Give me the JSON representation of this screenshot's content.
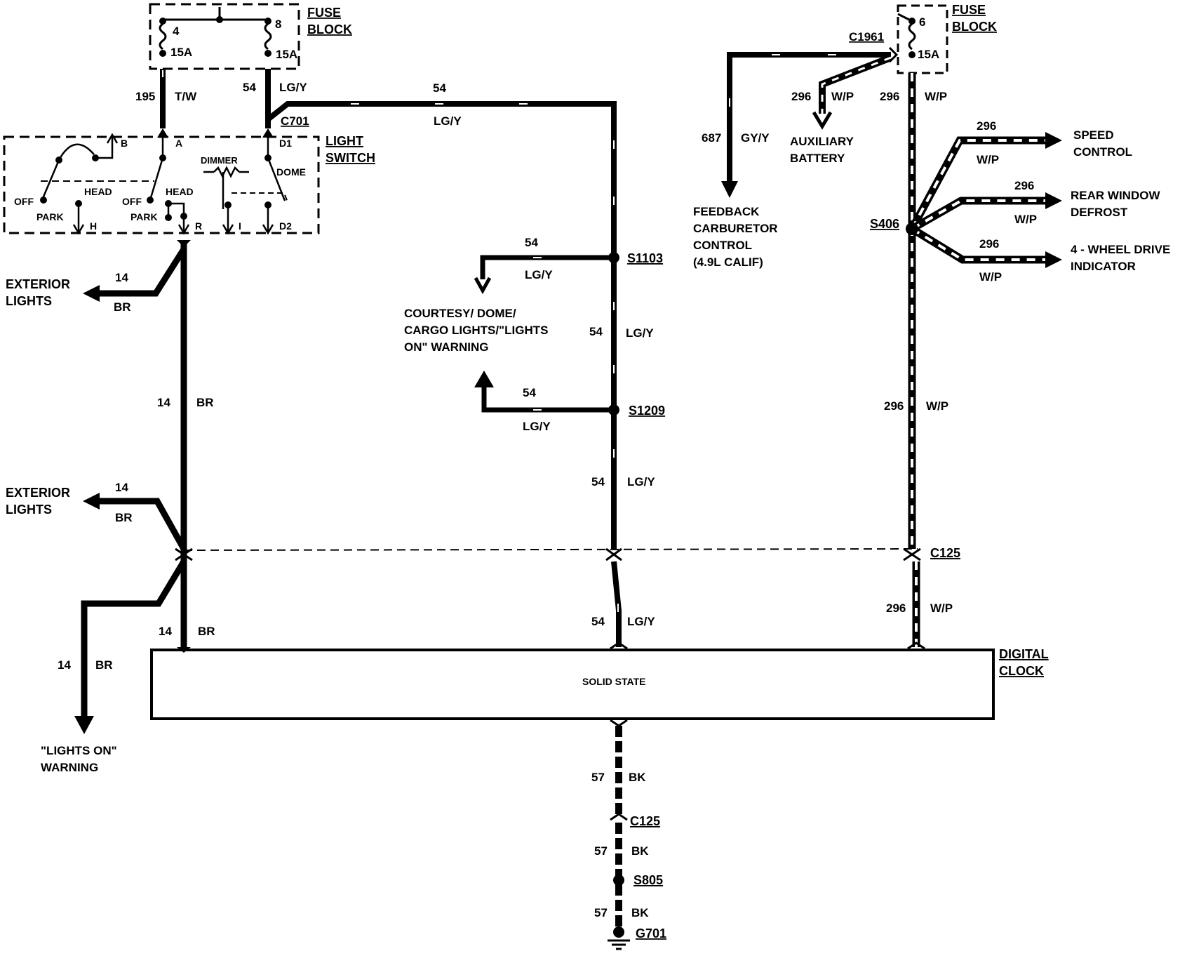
{
  "fuse_block_left": {
    "title_line1": "FUSE",
    "title_line2": "BLOCK",
    "fuse_a_num": "4",
    "fuse_a_amp": "15A",
    "fuse_b_num": "8",
    "fuse_b_amp": "15A"
  },
  "fuse_block_right": {
    "title_line1": "FUSE",
    "title_line2": "BLOCK",
    "fuse_num": "6",
    "fuse_amp": "15A",
    "connector": "C1961"
  },
  "light_switch": {
    "title_line1": "LIGHT",
    "title_line2": "SWITCH",
    "connector": "C701",
    "terminals": {
      "b": "B",
      "a": "A",
      "d1": "D1",
      "h": "H",
      "r": "R",
      "i": "I",
      "d2": "D2"
    },
    "labels": {
      "head1": "HEAD",
      "head2": "HEAD",
      "off1": "OFF",
      "off2": "OFF",
      "park1": "PARK",
      "park2": "PARK",
      "dimmer": "DIMMER",
      "dome": "DOME"
    }
  },
  "wires": {
    "w195_num": "195",
    "w195_color": "T/W",
    "w54_num": "54",
    "w54_color": "LG/Y",
    "w54_top_num": "54",
    "w54_top_color": "LG/Y",
    "w54_s1103_num": "54",
    "w54_s1103_color": "LG/Y",
    "w54_mid_num": "54",
    "w54_mid_color": "LG/Y",
    "w54_s1209_num": "54",
    "w54_s1209_color": "LG/Y",
    "w54_low_num": "54",
    "w54_low_color": "LG/Y",
    "w54_bot_num": "54",
    "w54_bot_color": "LG/Y",
    "w14_a_num": "14",
    "w14_a_color": "BR",
    "w14_b_num": "14",
    "w14_b_color": "BR",
    "w14_c_num": "14",
    "w14_c_color": "BR",
    "w14_d_num": "14",
    "w14_d_color": "BR",
    "w14_e_num": "14",
    "w14_e_color": "BR",
    "w687_num": "687",
    "w687_color": "GY/Y",
    "w296_aux_num": "296",
    "w296_aux_color": "W/P",
    "w296_top_num": "296",
    "w296_top_color": "W/P",
    "w296_speed_num": "296",
    "w296_speed_color": "W/P",
    "w296_defrost_num": "296",
    "w296_defrost_color": "W/P",
    "w296_4wd_num": "296",
    "w296_4wd_color": "W/P",
    "w296_mid_num": "296",
    "w296_mid_color": "W/P",
    "w296_bot_num": "296",
    "w296_bot_color": "W/P",
    "w57_a_num": "57",
    "w57_a_color": "BK",
    "w57_b_num": "57",
    "w57_b_color": "BK",
    "w57_c_num": "57",
    "w57_c_color": "BK"
  },
  "splices": {
    "s1103": "S1103",
    "s1209": "S1209",
    "s406": "S406",
    "c125_top": "C125",
    "c125_bot": "C125",
    "s805": "S805",
    "g701": "G701"
  },
  "destinations": {
    "exterior_lights_1_line1": "EXTERIOR",
    "exterior_lights_1_line2": "LIGHTS",
    "exterior_lights_2_line1": "EXTERIOR",
    "exterior_lights_2_line2": "LIGHTS",
    "lights_on_line1": "\"LIGHTS ON\"",
    "lights_on_line2": "WARNING",
    "courtesy_line1": "COURTESY/ DOME/",
    "courtesy_line2": "CARGO LIGHTS/\"LIGHTS",
    "courtesy_line3": "ON\" WARNING",
    "feedback_line1": "FEEDBACK",
    "feedback_line2": "CARBURETOR",
    "feedback_line3": "CONTROL",
    "feedback_line4": "(4.9L CALIF)",
    "aux_line1": "AUXILIARY",
    "aux_line2": "BATTERY",
    "speed_line1": "SPEED",
    "speed_line2": "CONTROL",
    "defrost_line1": "REAR WINDOW",
    "defrost_line2": "DEFROST",
    "fwd_line1": "4 - WHEEL DRIVE",
    "fwd_line2": "INDICATOR"
  },
  "clock": {
    "title_line1": "DIGITAL",
    "title_line2": "CLOCK",
    "inner": "SOLID STATE"
  }
}
